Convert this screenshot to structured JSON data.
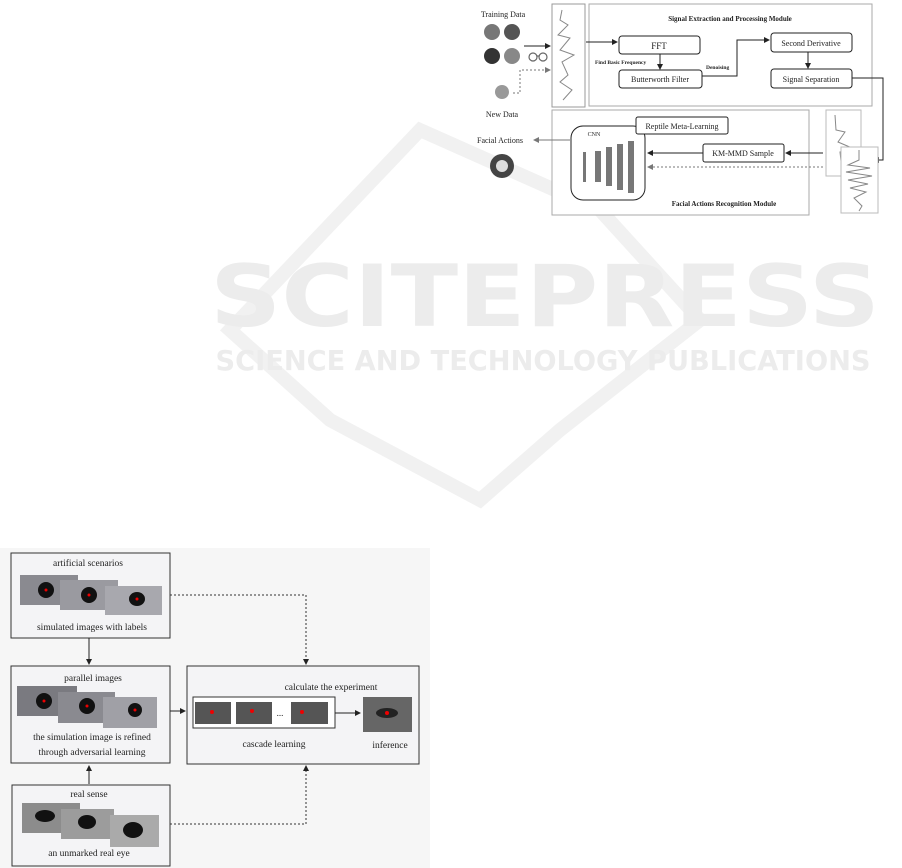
{
  "watermark": {
    "brand": "SCITEPRESS",
    "tagline": "SCIENCE AND TECHNOLOGY PUBLICATIONS"
  },
  "figure_top": {
    "training_data": "Training Data",
    "new_data": "New Data",
    "facial_actions": "Facial Actions",
    "module_signal": "Signal Extraction and Processing Module",
    "fft": "FFT",
    "butterworth": "Butterworth Filter",
    "second_derivative": "Second Derivative",
    "signal_separation": "Signal Separation",
    "find_basic_frequency": "Find Basic Frequency",
    "denoising": "Denoising",
    "module_recognition": "Facial Actions Recognition Module",
    "cnn": "CNN",
    "reptile": "Reptile Meta-Learning",
    "kmmmd": "KM-MMD Sample"
  },
  "figure_bottom": {
    "artificial_scenarios": "artificial scenarios",
    "simulated_images": "simulated images with labels",
    "parallel_images": "parallel images",
    "refined_line1": "the simulation image is refined",
    "refined_line2": "through adversarial learning",
    "real_sense": "real sense",
    "unmarked_eye": "an unmarked real eye",
    "calculate": "calculate the experiment",
    "cascade": "cascade learning",
    "ellipsis": "...",
    "inference": "inference"
  }
}
